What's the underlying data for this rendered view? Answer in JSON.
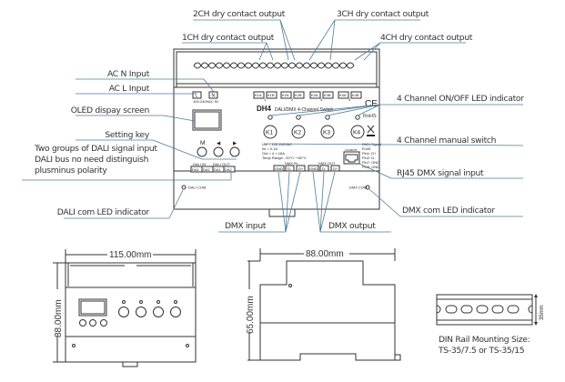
{
  "labels": {
    "ch2": "2CH dry contact output",
    "ch1": "1CH dry contact output",
    "ch3": "3CH dry contact output",
    "ch4": "4CH dry contact output",
    "ac_n": "AC N Input",
    "ac_l": "AC L Input",
    "oled": "OLED dispay screen",
    "setting_key": "Setting key",
    "dali_line1": "Two groups of DALI signal input",
    "dali_line2": "DALI bus no need distinguish",
    "dali_line3": "plusminus polarity",
    "dali_com": "DALI com LED indicator",
    "led_indicator": "4 Channel ON/OFF LED indicator",
    "manual_switch": "4 Channel manual switch",
    "rj45": "RJ45 DMX signal input",
    "dmx_com": "DMX com LED indicator",
    "dmx_input": "DMX input",
    "dmx_output": "DMX output"
  },
  "device": {
    "model": "DH4",
    "subtitle": "DALI/DMX 4-Channel Switch",
    "terminal_L": "L",
    "terminal_N": "N",
    "power_label": "100-240VAC IN",
    "relays": [
      {
        "a": "K1A",
        "b": "K1B",
        "n": "1"
      },
      {
        "a": "K2A",
        "b": "K2B",
        "n": "2"
      },
      {
        "a": "K3A",
        "b": "K3B",
        "n": "3"
      },
      {
        "a": "K4A",
        "b": "K4B",
        "n": "4"
      }
    ],
    "switches": [
      "K1",
      "K2",
      "K3",
      "K4"
    ],
    "keys": [
      "M",
      "◀",
      "▶"
    ],
    "ce": "CE",
    "rohs": "RoHS",
    "specs": [
      "Uin = 100-240VAC",
      "Iin  = 0.1A",
      "Out = 4 × 16A",
      "Temp Range: -20°C~+50°C"
    ],
    "rj45_pins": "12345678",
    "rj45_info": [
      "DMX Signal",
      "RJ45",
      "Pin1: D+",
      "Pin2: D-",
      "Pin7: GND",
      "Pin8: GND"
    ],
    "dali_in": "DALI IN",
    "dali_out": "DALI OUT",
    "dali_terms": [
      "DA1",
      "DA2",
      "DA1",
      "DA2"
    ],
    "dmx_in": "DMX IN",
    "dmx_out": "DMX OUT",
    "dmx_terms": [
      "GND",
      "D-",
      "D+"
    ],
    "dali_com": "DALI COM",
    "dmx_com": "DMX COM"
  },
  "dimensions": {
    "front_width": "115.00mm",
    "front_height": "88.00mm",
    "side_width": "88.00mm",
    "side_height": "65.00mm",
    "rail_height": "35mm",
    "rail_caption1": "DIN Rail Mounting Size:",
    "rail_caption2": "TS-35/7.5 or TS-35/15"
  }
}
